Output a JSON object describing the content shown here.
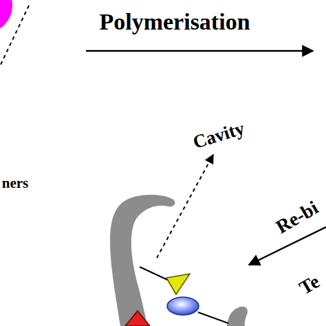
{
  "diagram": {
    "labels": [
      "Polymerisation",
      "Cavity",
      "ners",
      "Re-bi",
      "Te"
    ]
  }
}
